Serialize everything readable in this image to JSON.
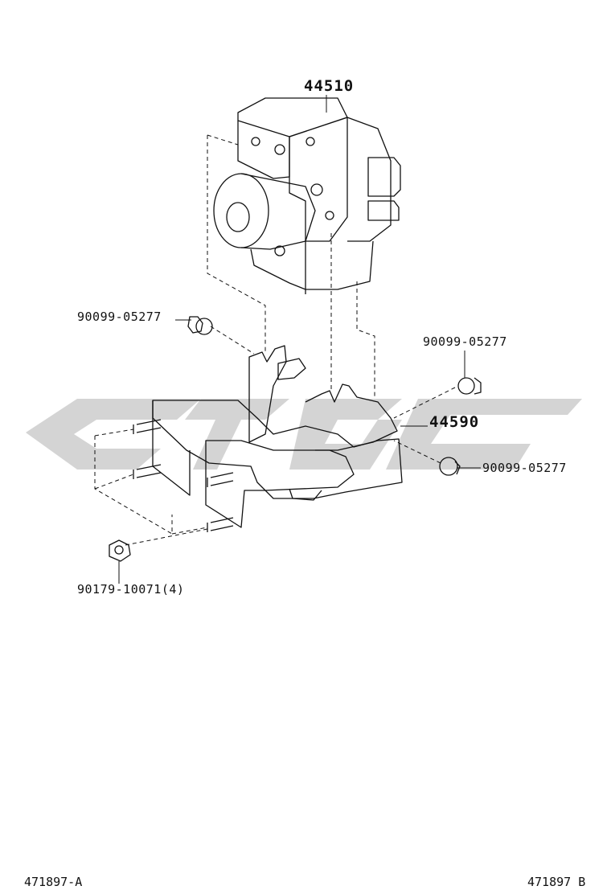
{
  "labels": {
    "abs_actuator": "44510",
    "bracket": "44590",
    "bolt_upper_left": "90099-05277",
    "bolt_upper_right": "90099-05277",
    "bolt_lower_right": "90099-05277",
    "nut": "90179-10071(4)"
  },
  "figure_ref_left": "471897-A",
  "figure_ref_right": "471897 B",
  "watermark_color": "#d4d4d4",
  "line_color": "#111111"
}
